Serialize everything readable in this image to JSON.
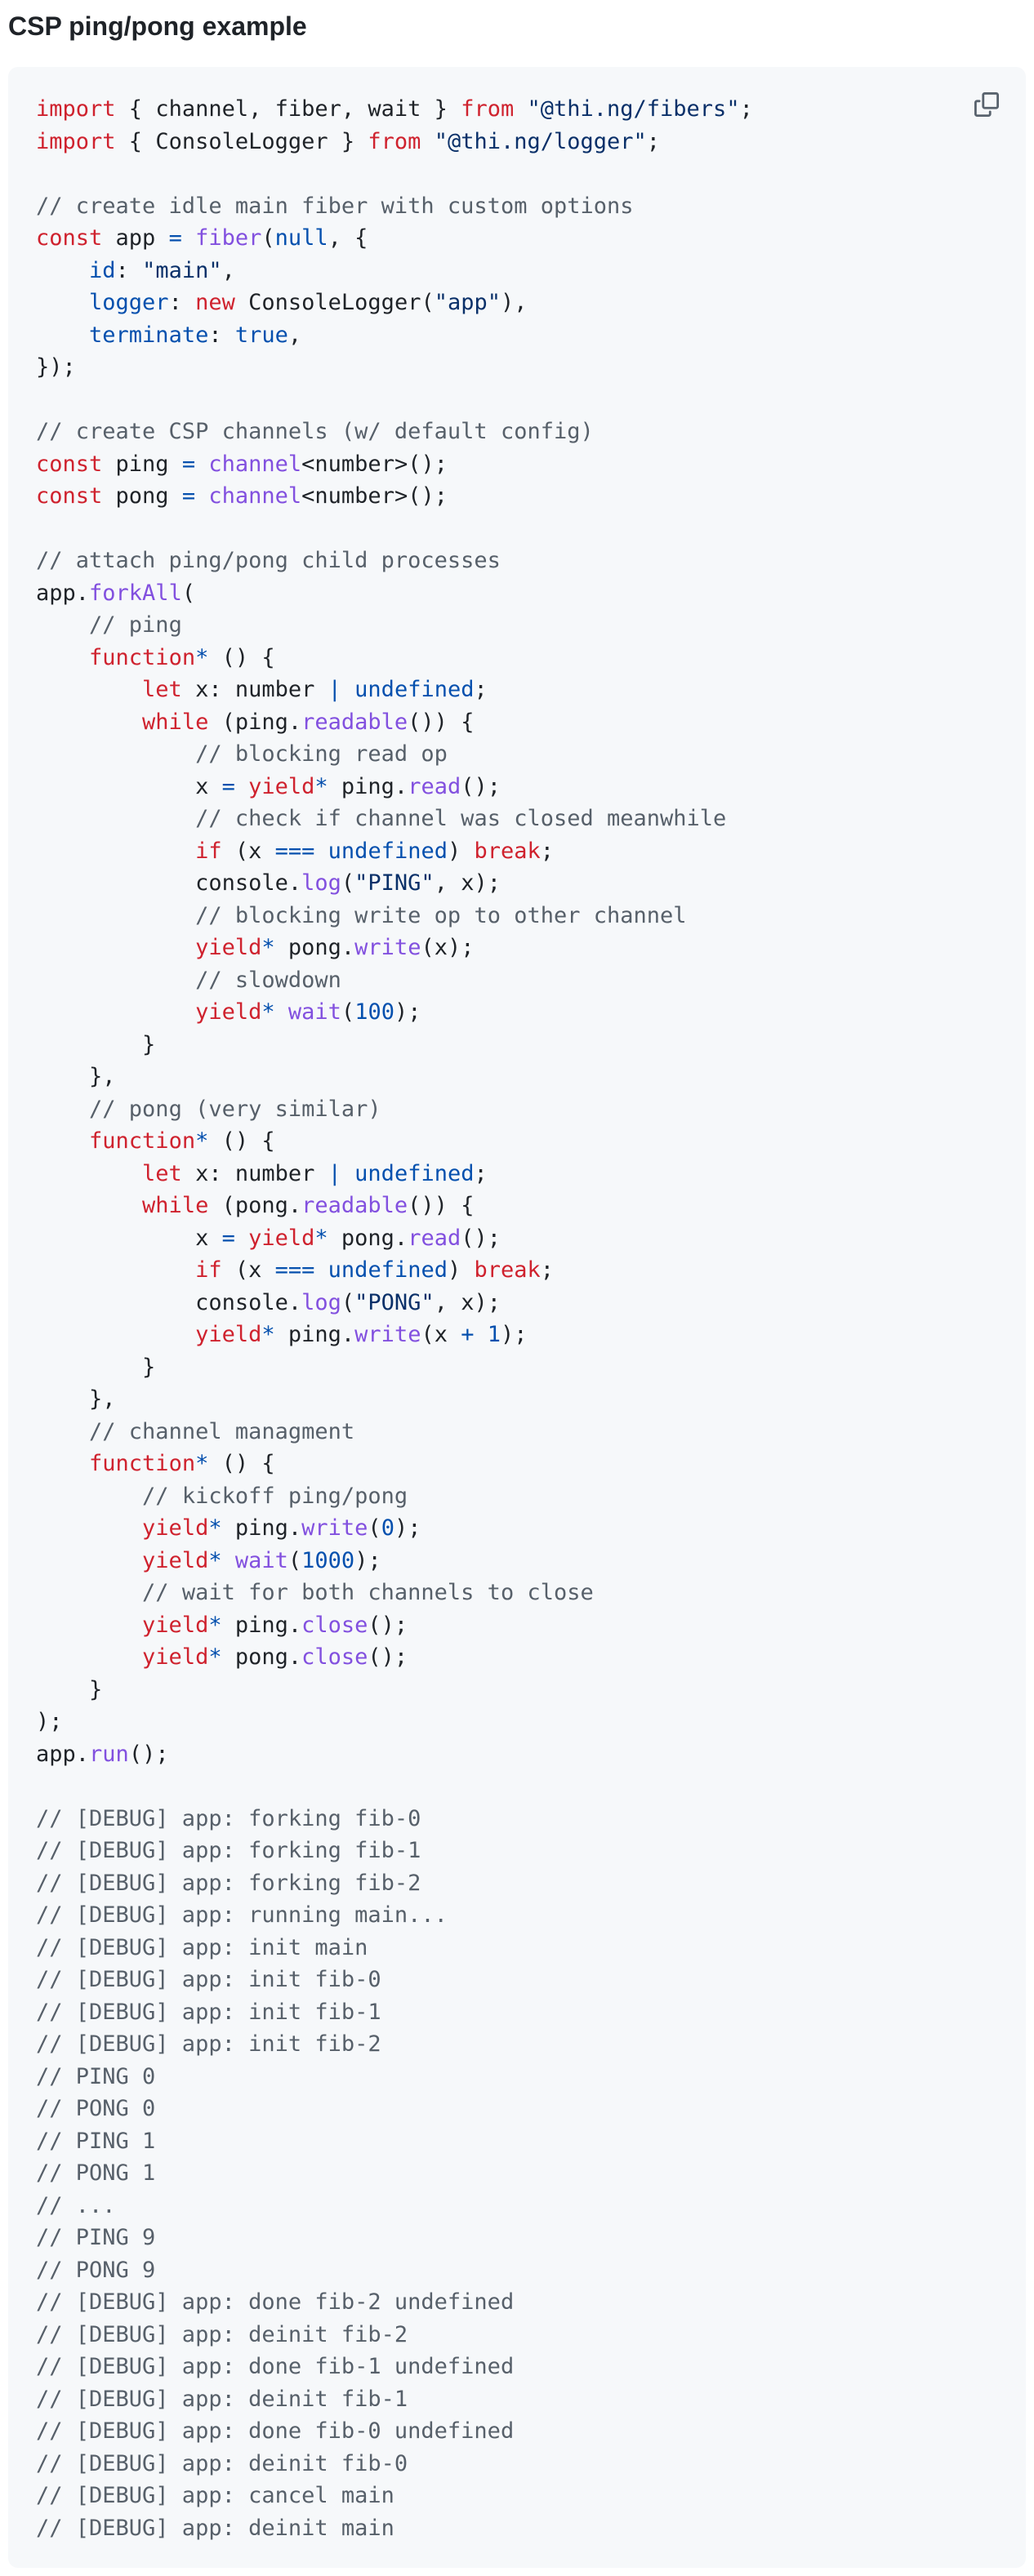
{
  "page": {
    "title": "CSP ping/pong example"
  },
  "toolbar": {
    "copy_icon": "copy-icon"
  },
  "colors": {
    "keyword": "#cf222e",
    "string": "#0a3069",
    "function": "#8250df",
    "number": "#0550ae",
    "operator": "#0550ae",
    "comment": "#57606a",
    "text": "#1f2328",
    "code_bg": "#f6f8fa"
  },
  "code": {
    "lines": [
      [
        [
          "kw",
          "import"
        ],
        [
          "plain",
          " { channel, fiber, wait } "
        ],
        [
          "kw",
          "from"
        ],
        [
          "plain",
          " "
        ],
        [
          "str",
          "\"@thi.ng/fibers\""
        ],
        [
          "plain",
          ";"
        ]
      ],
      [
        [
          "kw",
          "import"
        ],
        [
          "plain",
          " { ConsoleLogger } "
        ],
        [
          "kw",
          "from"
        ],
        [
          "plain",
          " "
        ],
        [
          "str",
          "\"@thi.ng/logger\""
        ],
        [
          "plain",
          ";"
        ]
      ],
      [],
      [
        [
          "cm",
          "// create idle main fiber with custom options"
        ]
      ],
      [
        [
          "kw",
          "const"
        ],
        [
          "plain",
          " app "
        ],
        [
          "op",
          "="
        ],
        [
          "plain",
          " "
        ],
        [
          "fn",
          "fiber"
        ],
        [
          "plain",
          "("
        ],
        [
          "num",
          "null"
        ],
        [
          "plain",
          ", {"
        ]
      ],
      [
        [
          "plain",
          "    "
        ],
        [
          "num",
          "id"
        ],
        [
          "plain",
          ": "
        ],
        [
          "str",
          "\"main\""
        ],
        [
          "plain",
          ","
        ]
      ],
      [
        [
          "plain",
          "    "
        ],
        [
          "num",
          "logger"
        ],
        [
          "plain",
          ": "
        ],
        [
          "kw",
          "new"
        ],
        [
          "plain",
          " ConsoleLogger("
        ],
        [
          "str",
          "\"app\""
        ],
        [
          "plain",
          "),"
        ]
      ],
      [
        [
          "plain",
          "    "
        ],
        [
          "num",
          "terminate"
        ],
        [
          "plain",
          ": "
        ],
        [
          "num",
          "true"
        ],
        [
          "plain",
          ","
        ]
      ],
      [
        [
          "plain",
          "});"
        ]
      ],
      [],
      [
        [
          "cm",
          "// create CSP channels (w/ default config)"
        ]
      ],
      [
        [
          "kw",
          "const"
        ],
        [
          "plain",
          " ping "
        ],
        [
          "op",
          "="
        ],
        [
          "plain",
          " "
        ],
        [
          "fn",
          "channel"
        ],
        [
          "plain",
          "<number>();"
        ]
      ],
      [
        [
          "kw",
          "const"
        ],
        [
          "plain",
          " pong "
        ],
        [
          "op",
          "="
        ],
        [
          "plain",
          " "
        ],
        [
          "fn",
          "channel"
        ],
        [
          "plain",
          "<number>();"
        ]
      ],
      [],
      [
        [
          "cm",
          "// attach ping/pong child processes"
        ]
      ],
      [
        [
          "plain",
          "app."
        ],
        [
          "fn",
          "forkAll"
        ],
        [
          "plain",
          "("
        ]
      ],
      [
        [
          "plain",
          "    "
        ],
        [
          "cm",
          "// ping"
        ]
      ],
      [
        [
          "plain",
          "    "
        ],
        [
          "kw",
          "function"
        ],
        [
          "op",
          "*"
        ],
        [
          "plain",
          " () {"
        ]
      ],
      [
        [
          "plain",
          "        "
        ],
        [
          "kw",
          "let"
        ],
        [
          "plain",
          " x: number "
        ],
        [
          "op",
          "|"
        ],
        [
          "plain",
          " "
        ],
        [
          "num",
          "undefined"
        ],
        [
          "plain",
          ";"
        ]
      ],
      [
        [
          "plain",
          "        "
        ],
        [
          "kw",
          "while"
        ],
        [
          "plain",
          " (ping."
        ],
        [
          "fn",
          "readable"
        ],
        [
          "plain",
          "()) {"
        ]
      ],
      [
        [
          "plain",
          "            "
        ],
        [
          "cm",
          "// blocking read op"
        ]
      ],
      [
        [
          "plain",
          "            x "
        ],
        [
          "op",
          "="
        ],
        [
          "plain",
          " "
        ],
        [
          "kw",
          "yield"
        ],
        [
          "op",
          "*"
        ],
        [
          "plain",
          " ping."
        ],
        [
          "fn",
          "read"
        ],
        [
          "plain",
          "();"
        ]
      ],
      [
        [
          "plain",
          "            "
        ],
        [
          "cm",
          "// check if channel was closed meanwhile"
        ]
      ],
      [
        [
          "plain",
          "            "
        ],
        [
          "kw",
          "if"
        ],
        [
          "plain",
          " (x "
        ],
        [
          "op",
          "==="
        ],
        [
          "plain",
          " "
        ],
        [
          "num",
          "undefined"
        ],
        [
          "plain",
          ") "
        ],
        [
          "kw",
          "break"
        ],
        [
          "plain",
          ";"
        ]
      ],
      [
        [
          "plain",
          "            console."
        ],
        [
          "fn",
          "log"
        ],
        [
          "plain",
          "("
        ],
        [
          "str",
          "\"PING\""
        ],
        [
          "plain",
          ", x);"
        ]
      ],
      [
        [
          "plain",
          "            "
        ],
        [
          "cm",
          "// blocking write op to other channel"
        ]
      ],
      [
        [
          "plain",
          "            "
        ],
        [
          "kw",
          "yield"
        ],
        [
          "op",
          "*"
        ],
        [
          "plain",
          " pong."
        ],
        [
          "fn",
          "write"
        ],
        [
          "plain",
          "(x);"
        ]
      ],
      [
        [
          "plain",
          "            "
        ],
        [
          "cm",
          "// slowdown"
        ]
      ],
      [
        [
          "plain",
          "            "
        ],
        [
          "kw",
          "yield"
        ],
        [
          "op",
          "*"
        ],
        [
          "plain",
          " "
        ],
        [
          "fn",
          "wait"
        ],
        [
          "plain",
          "("
        ],
        [
          "num",
          "100"
        ],
        [
          "plain",
          ");"
        ]
      ],
      [
        [
          "plain",
          "        }"
        ]
      ],
      [
        [
          "plain",
          "    },"
        ]
      ],
      [
        [
          "plain",
          "    "
        ],
        [
          "cm",
          "// pong (very similar)"
        ]
      ],
      [
        [
          "plain",
          "    "
        ],
        [
          "kw",
          "function"
        ],
        [
          "op",
          "*"
        ],
        [
          "plain",
          " () {"
        ]
      ],
      [
        [
          "plain",
          "        "
        ],
        [
          "kw",
          "let"
        ],
        [
          "plain",
          " x: number "
        ],
        [
          "op",
          "|"
        ],
        [
          "plain",
          " "
        ],
        [
          "num",
          "undefined"
        ],
        [
          "plain",
          ";"
        ]
      ],
      [
        [
          "plain",
          "        "
        ],
        [
          "kw",
          "while"
        ],
        [
          "plain",
          " (pong."
        ],
        [
          "fn",
          "readable"
        ],
        [
          "plain",
          "()) {"
        ]
      ],
      [
        [
          "plain",
          "            x "
        ],
        [
          "op",
          "="
        ],
        [
          "plain",
          " "
        ],
        [
          "kw",
          "yield"
        ],
        [
          "op",
          "*"
        ],
        [
          "plain",
          " pong."
        ],
        [
          "fn",
          "read"
        ],
        [
          "plain",
          "();"
        ]
      ],
      [
        [
          "plain",
          "            "
        ],
        [
          "kw",
          "if"
        ],
        [
          "plain",
          " (x "
        ],
        [
          "op",
          "==="
        ],
        [
          "plain",
          " "
        ],
        [
          "num",
          "undefined"
        ],
        [
          "plain",
          ") "
        ],
        [
          "kw",
          "break"
        ],
        [
          "plain",
          ";"
        ]
      ],
      [
        [
          "plain",
          "            console."
        ],
        [
          "fn",
          "log"
        ],
        [
          "plain",
          "("
        ],
        [
          "str",
          "\"PONG\""
        ],
        [
          "plain",
          ", x);"
        ]
      ],
      [
        [
          "plain",
          "            "
        ],
        [
          "kw",
          "yield"
        ],
        [
          "op",
          "*"
        ],
        [
          "plain",
          " ping."
        ],
        [
          "fn",
          "write"
        ],
        [
          "plain",
          "(x "
        ],
        [
          "op",
          "+"
        ],
        [
          "plain",
          " "
        ],
        [
          "num",
          "1"
        ],
        [
          "plain",
          ");"
        ]
      ],
      [
        [
          "plain",
          "        }"
        ]
      ],
      [
        [
          "plain",
          "    },"
        ]
      ],
      [
        [
          "plain",
          "    "
        ],
        [
          "cm",
          "// channel managment"
        ]
      ],
      [
        [
          "plain",
          "    "
        ],
        [
          "kw",
          "function"
        ],
        [
          "op",
          "*"
        ],
        [
          "plain",
          " () {"
        ]
      ],
      [
        [
          "plain",
          "        "
        ],
        [
          "cm",
          "// kickoff ping/pong"
        ]
      ],
      [
        [
          "plain",
          "        "
        ],
        [
          "kw",
          "yield"
        ],
        [
          "op",
          "*"
        ],
        [
          "plain",
          " ping."
        ],
        [
          "fn",
          "write"
        ],
        [
          "plain",
          "("
        ],
        [
          "num",
          "0"
        ],
        [
          "plain",
          ");"
        ]
      ],
      [
        [
          "plain",
          "        "
        ],
        [
          "kw",
          "yield"
        ],
        [
          "op",
          "*"
        ],
        [
          "plain",
          " "
        ],
        [
          "fn",
          "wait"
        ],
        [
          "plain",
          "("
        ],
        [
          "num",
          "1000"
        ],
        [
          "plain",
          ");"
        ]
      ],
      [
        [
          "plain",
          "        "
        ],
        [
          "cm",
          "// wait for both channels to close"
        ]
      ],
      [
        [
          "plain",
          "        "
        ],
        [
          "kw",
          "yield"
        ],
        [
          "op",
          "*"
        ],
        [
          "plain",
          " ping."
        ],
        [
          "fn",
          "close"
        ],
        [
          "plain",
          "();"
        ]
      ],
      [
        [
          "plain",
          "        "
        ],
        [
          "kw",
          "yield"
        ],
        [
          "op",
          "*"
        ],
        [
          "plain",
          " pong."
        ],
        [
          "fn",
          "close"
        ],
        [
          "plain",
          "();"
        ]
      ],
      [
        [
          "plain",
          "    }"
        ]
      ],
      [
        [
          "plain",
          ");"
        ]
      ],
      [
        [
          "plain",
          "app."
        ],
        [
          "fn",
          "run"
        ],
        [
          "plain",
          "();"
        ]
      ],
      [],
      [
        [
          "cm",
          "// [DEBUG] app: forking fib-0"
        ]
      ],
      [
        [
          "cm",
          "// [DEBUG] app: forking fib-1"
        ]
      ],
      [
        [
          "cm",
          "// [DEBUG] app: forking fib-2"
        ]
      ],
      [
        [
          "cm",
          "// [DEBUG] app: running main..."
        ]
      ],
      [
        [
          "cm",
          "// [DEBUG] app: init main"
        ]
      ],
      [
        [
          "cm",
          "// [DEBUG] app: init fib-0"
        ]
      ],
      [
        [
          "cm",
          "// [DEBUG] app: init fib-1"
        ]
      ],
      [
        [
          "cm",
          "// [DEBUG] app: init fib-2"
        ]
      ],
      [
        [
          "cm",
          "// PING 0"
        ]
      ],
      [
        [
          "cm",
          "// PONG 0"
        ]
      ],
      [
        [
          "cm",
          "// PING 1"
        ]
      ],
      [
        [
          "cm",
          "// PONG 1"
        ]
      ],
      [
        [
          "cm",
          "// ..."
        ]
      ],
      [
        [
          "cm",
          "// PING 9"
        ]
      ],
      [
        [
          "cm",
          "// PONG 9"
        ]
      ],
      [
        [
          "cm",
          "// [DEBUG] app: done fib-2 undefined"
        ]
      ],
      [
        [
          "cm",
          "// [DEBUG] app: deinit fib-2"
        ]
      ],
      [
        [
          "cm",
          "// [DEBUG] app: done fib-1 undefined"
        ]
      ],
      [
        [
          "cm",
          "// [DEBUG] app: deinit fib-1"
        ]
      ],
      [
        [
          "cm",
          "// [DEBUG] app: done fib-0 undefined"
        ]
      ],
      [
        [
          "cm",
          "// [DEBUG] app: deinit fib-0"
        ]
      ],
      [
        [
          "cm",
          "// [DEBUG] app: cancel main"
        ]
      ],
      [
        [
          "cm",
          "// [DEBUG] app: deinit main"
        ]
      ]
    ]
  }
}
